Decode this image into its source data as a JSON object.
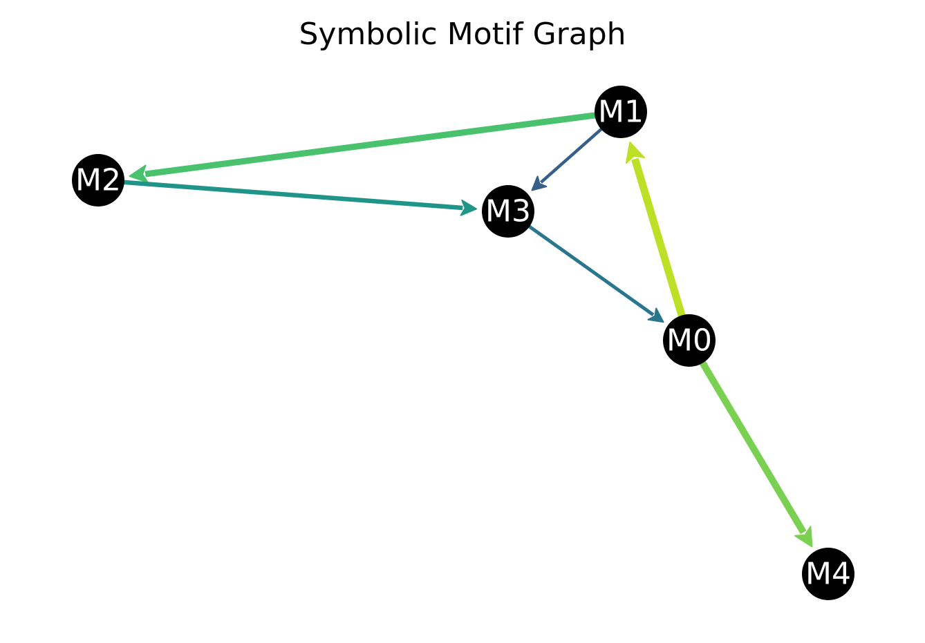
{
  "title": "Symbolic Motif Graph",
  "nodes": [
    {
      "id": "M0",
      "label": "M0"
    },
    {
      "id": "M1",
      "label": "M1"
    },
    {
      "id": "M2",
      "label": "M2"
    },
    {
      "id": "M3",
      "label": "M3"
    },
    {
      "id": "M4",
      "label": "M4"
    }
  ],
  "edges": [
    {
      "source": "M1",
      "target": "M2",
      "color": "#4ac26d"
    },
    {
      "source": "M1",
      "target": "M3",
      "color": "#375f8c"
    },
    {
      "source": "M2",
      "target": "M3",
      "color": "#1f9488"
    },
    {
      "source": "M3",
      "target": "M0",
      "color": "#29768e"
    },
    {
      "source": "M0",
      "target": "M1",
      "color": "#bddf26"
    },
    {
      "source": "M0",
      "target": "M4",
      "color": "#7ad151"
    }
  ],
  "colors": {
    "node_fill": "#000000",
    "node_label": "#ffffff",
    "colormap": "viridis"
  }
}
